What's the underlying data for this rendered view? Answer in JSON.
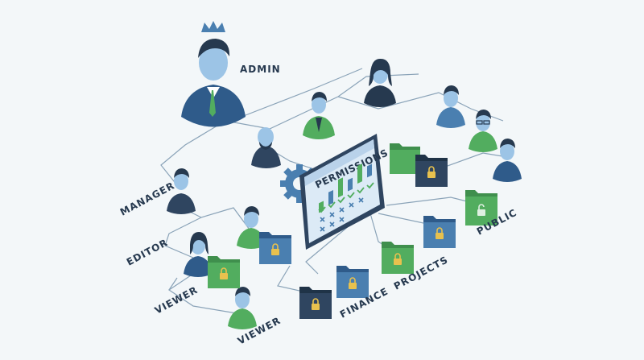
{
  "diagram": {
    "panel_title": "PERMISSIONS",
    "roles": {
      "admin": "ADMIN",
      "manager": "MANAGER",
      "editor": "EDITOR",
      "viewer_1": "VIEWER",
      "viewer_2": "VIEWER"
    },
    "folders": {
      "finance": "FINANCE",
      "projects": "PROJECTS",
      "public": "PUBLIC"
    },
    "colors": {
      "navy": "#26394f",
      "blue": "#4a7fb0",
      "green": "#52ad5f",
      "dark": "#2f4560",
      "line": "#8aa3b8",
      "background": "#f3f7f9"
    },
    "icons": [
      "crown-icon",
      "gear-icon",
      "lock-icon",
      "check-icon",
      "cross-icon",
      "folder-icon",
      "person-icon"
    ]
  }
}
